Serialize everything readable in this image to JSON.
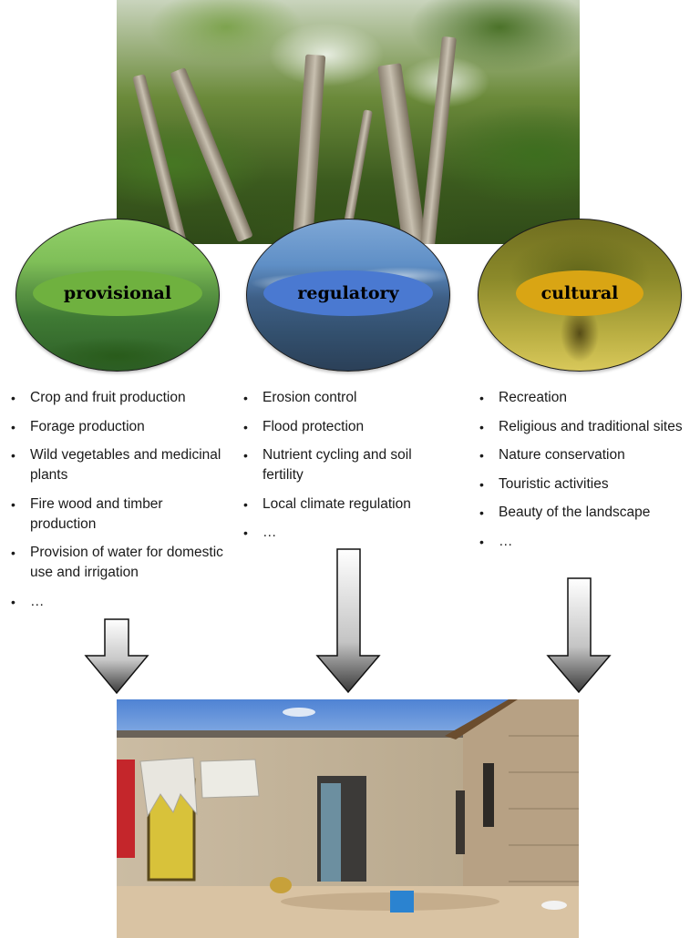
{
  "categories": [
    {
      "label": "provisional",
      "items": [
        "Crop and fruit production",
        "Forage production",
        "Wild vegetables and medicinal plants",
        "Fire wood and timber production",
        "Provision of water for domestic use and irrigation",
        "…"
      ]
    },
    {
      "label": "regulatory",
      "items": [
        "Erosion control",
        "Flood protection",
        "Nutrient cycling and soil fertility",
        "Local climate regulation",
        "…"
      ]
    },
    {
      "label": "cultural",
      "items": [
        "Recreation",
        "Religious and traditional sites",
        "Nature conservation",
        "Touristic activities",
        "Beauty of the landscape",
        "…"
      ]
    }
  ],
  "colors": {
    "provisional": "#6fb13f",
    "regulatory": "#4a79d1",
    "cultural": "#d9a514"
  }
}
